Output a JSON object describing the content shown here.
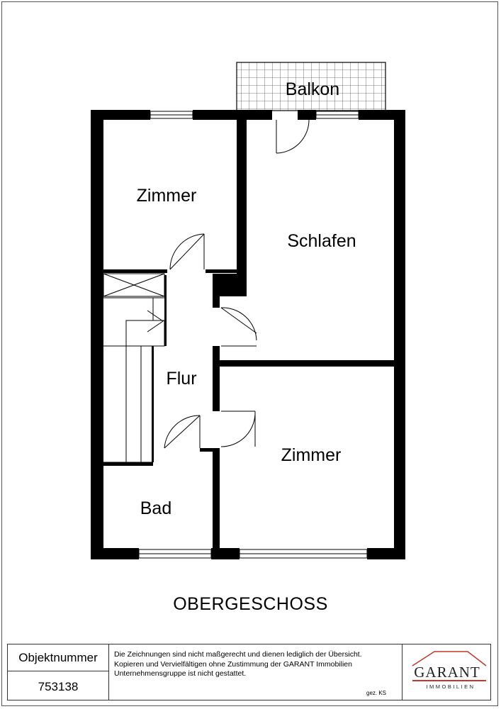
{
  "rooms": {
    "balkon": "Balkon",
    "zimmer_top": "Zimmer",
    "schlafen": "Schlafen",
    "flur": "Flur",
    "zimmer_bottom": "Zimmer",
    "bad": "Bad"
  },
  "floor_title": "OBERGESCHOSS",
  "info": {
    "object_label": "Objektnummer",
    "object_number": "753138",
    "disclaimer_lines": [
      "Die Zeichnungen sind nicht maßgerecht und dienen lediglich der Übersicht.",
      "Kopieren und Vervielfältigen ohne Zustimmung der GARANT Immobilien",
      "Unternehmensgruppe ist nicht gestattet."
    ],
    "drawn_by": "gez. KS"
  },
  "logo": {
    "name": "GARANT",
    "sub": "IMMOBILIEN",
    "accent_color": "#c0392b"
  }
}
